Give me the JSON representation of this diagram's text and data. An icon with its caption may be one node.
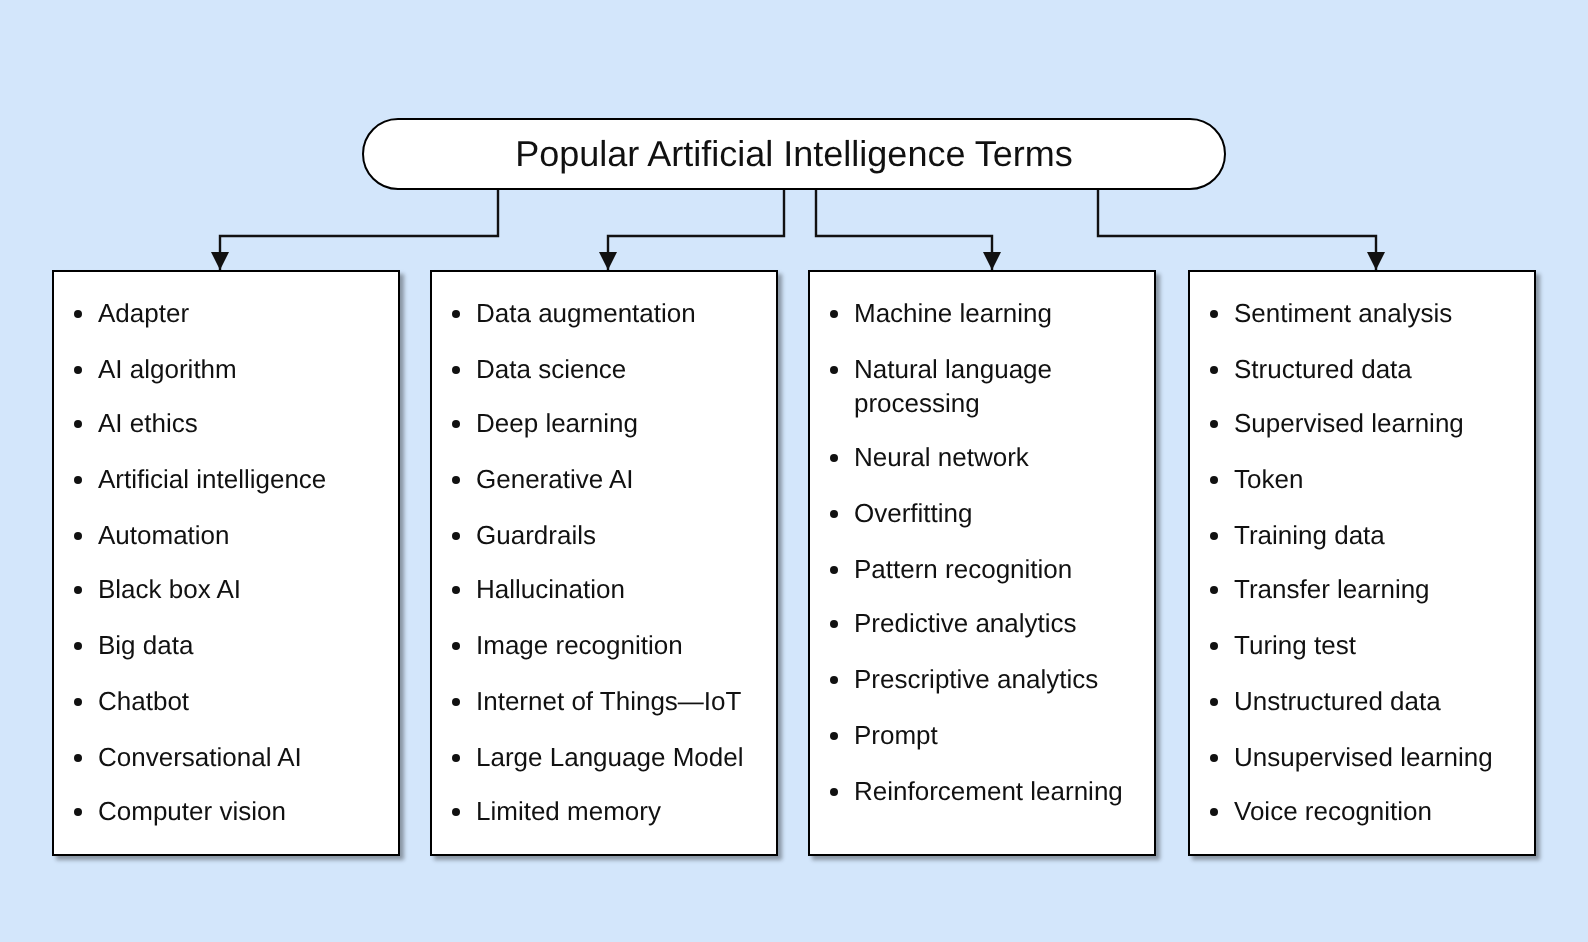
{
  "diagram": {
    "nodes": [
      {
        "text": [
          "Popular Artificial Intelligence Terms"
        ]
      },
      {
        "text": [
          "Adapter",
          "AI algorithm",
          "AI ethics",
          "Artificial intelligence",
          "Automation",
          "Black box AI",
          "Big data",
          "Chatbot",
          "Conversational AI",
          "Computer vision"
        ]
      },
      {
        "text": [
          "Data augmentation",
          "Data science",
          "Deep learning",
          "Generative AI",
          "Guardrails",
          "Hallucination",
          "Image recognition",
          "Internet of Things—IoT",
          "Large Language Model",
          "Limited memory"
        ]
      },
      {
        "text": [
          "Machine learning",
          "Natural language processing",
          "Neural network",
          "Overfitting",
          "Pattern recognition",
          "Predictive analytics",
          "Prescriptive analytics",
          "Prompt",
          "Reinforcement learning"
        ]
      },
      {
        "text": [
          "Sentiment analysis",
          "Structured data",
          "Supervised learning",
          "Token",
          "Training data",
          "Transfer learning",
          "Turing test",
          "Unstructured data",
          "Unsupervised learning",
          "Voice recognition"
        ]
      }
    ],
    "edges": [
      {
        "from": 0,
        "to": 1,
        "arrow": "to"
      },
      {
        "from": 0,
        "to": 2,
        "arrow": "to"
      },
      {
        "from": 0,
        "to": 3,
        "arrow": "to"
      },
      {
        "from": 0,
        "to": 4,
        "arrow": "to"
      }
    ]
  }
}
